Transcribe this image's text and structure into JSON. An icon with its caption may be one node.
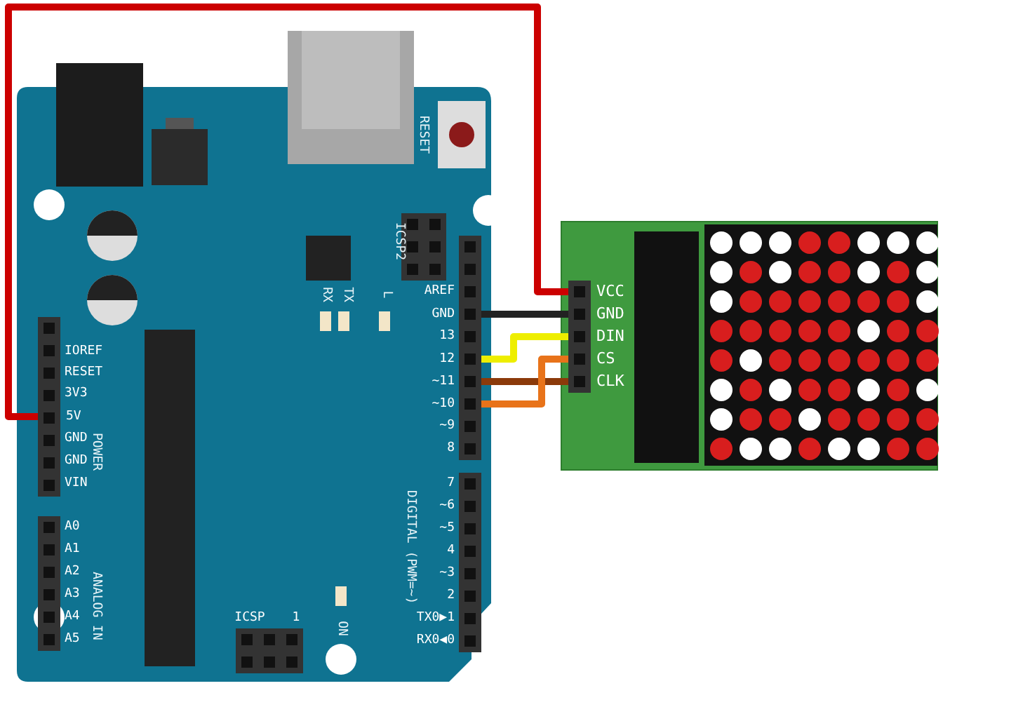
{
  "diagram": {
    "nodes": [
      {
        "text": [],
        "shape": "box"
      },
      {
        "text": [
          "5V"
        ],
        "in": 0
      },
      {
        "text": [
          "GND"
        ],
        "in": 0
      },
      {
        "text": [
          "12"
        ],
        "in": 0
      },
      {
        "text": [
          "~11"
        ],
        "in": 0
      },
      {
        "text": [
          "~10"
        ],
        "in": 0
      },
      {
        "text": [],
        "shape": "box"
      },
      {
        "text": [
          "VCC"
        ],
        "in": 6
      },
      {
        "text": [
          "GND"
        ],
        "in": 6
      },
      {
        "text": [
          "DIN"
        ],
        "in": 6
      },
      {
        "text": [
          "CS"
        ],
        "in": 6
      },
      {
        "text": [
          "CLK"
        ],
        "in": 6
      }
    ],
    "edges": [
      {
        "from": 1,
        "to": 7,
        "arrow": "none",
        "color": "#cc0000"
      },
      {
        "from": 2,
        "to": 8,
        "arrow": "none",
        "color": "#222222"
      },
      {
        "from": 3,
        "to": 9,
        "arrow": "none",
        "color": "#eeee00"
      },
      {
        "from": 4,
        "to": 11,
        "arrow": "none",
        "color": "#8b3a0a"
      },
      {
        "from": 5,
        "to": 10,
        "arrow": "none",
        "color": "#e8731a"
      }
    ],
    "labels": [
      "RESET",
      "ICSP2",
      "RX",
      "TX",
      "L",
      "AREF",
      "13",
      "~9",
      "8",
      "IOREF",
      "RESET",
      "3V3",
      "GND",
      "GND",
      "VIN",
      "POWER",
      "A0",
      "A1",
      "A2",
      "A3",
      "A4",
      "A5",
      "ANALOG IN",
      "7",
      "~6",
      "~5",
      "4",
      "~3",
      "2",
      "TX0▶1",
      "RX0◀0",
      "DIGITAL (PWM=~)",
      "ICSP",
      "1",
      "ON"
    ]
  }
}
